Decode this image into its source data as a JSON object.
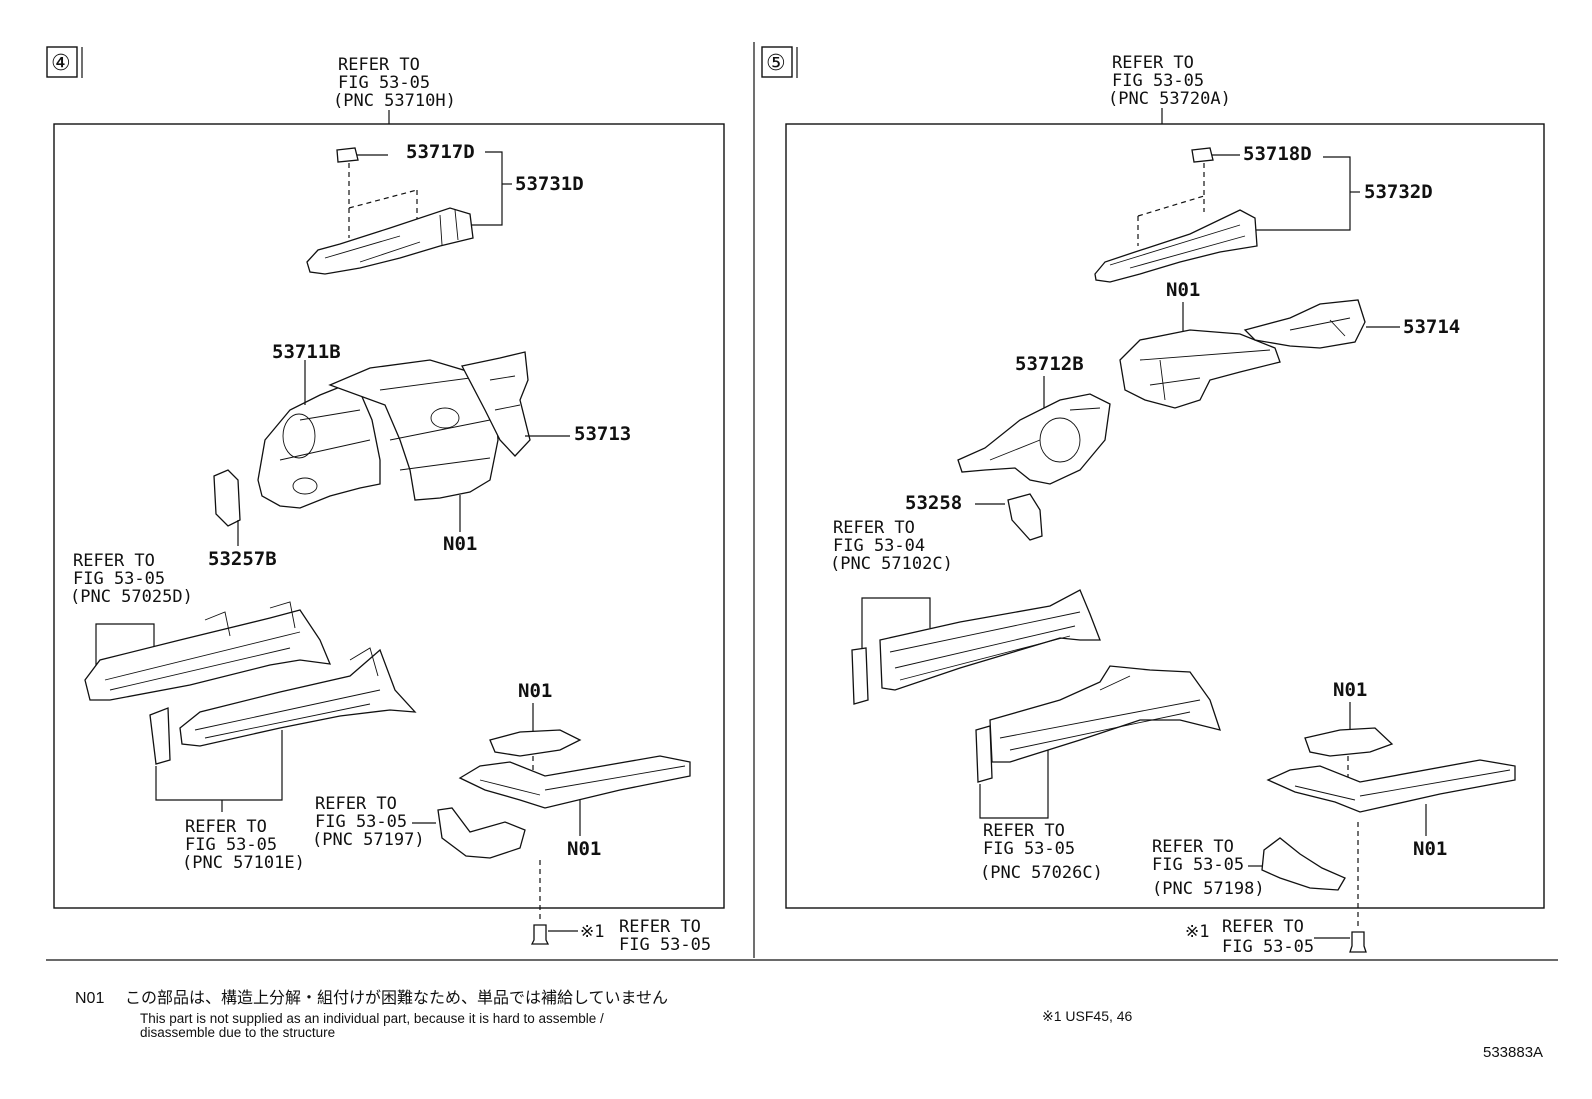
{
  "panels": [
    {
      "section": "④",
      "refer_top": [
        "REFER TO",
        "FIG 53-05",
        "(PNC 53710H)"
      ],
      "parts": {
        "p1": "53717D",
        "p2": "53731D",
        "p3": "53711B",
        "p4": "53713",
        "p5": "53257B",
        "p6": "N01",
        "p7": "N01",
        "p8": "N01"
      },
      "refer_left": [
        "REFER TO",
        "FIG 53-05",
        "(PNC 57025D)"
      ],
      "refer_bottom": [
        "REFER TO",
        "FIG 53-05",
        "(PNC 57101E)"
      ],
      "refer_mid": [
        "REFER TO",
        "FIG 53-05",
        "(PNC 57197)"
      ],
      "bolt_ref": [
        "※1",
        "REFER TO",
        "FIG 53-05"
      ]
    },
    {
      "section": "⑤",
      "refer_top": [
        "REFER TO",
        "FIG 53-05",
        "(PNC 53720A)"
      ],
      "parts": {
        "p1": "53718D",
        "p2": "53732D",
        "p3": "N01",
        "p4": "53714",
        "p5": "53712B",
        "p6": "53258",
        "p7": "N01",
        "p8": "N01"
      },
      "refer_left": [
        "REFER TO",
        "FIG 53-04",
        "(PNC 57102C)"
      ],
      "refer_bottom": [
        "REFER TO",
        "FIG 53-05",
        "(PNC 57026C)"
      ],
      "refer_mid": [
        "REFER TO",
        "FIG 53-05",
        "(PNC 57198)"
      ],
      "bolt_ref": [
        "※1",
        "REFER TO",
        "FIG 53-05"
      ]
    }
  ],
  "footer": {
    "code": "N01",
    "jp_note": "この部品は、構造上分解・組付けが困難なため、単品では補給していません",
    "en_note_1": "This part is not supplied as an individual part, because it is hard to assemble /",
    "en_note_2": "disassemble due to the structure",
    "asterisk_note": "※1  USF45, 46",
    "illustration_id": "533883A"
  }
}
